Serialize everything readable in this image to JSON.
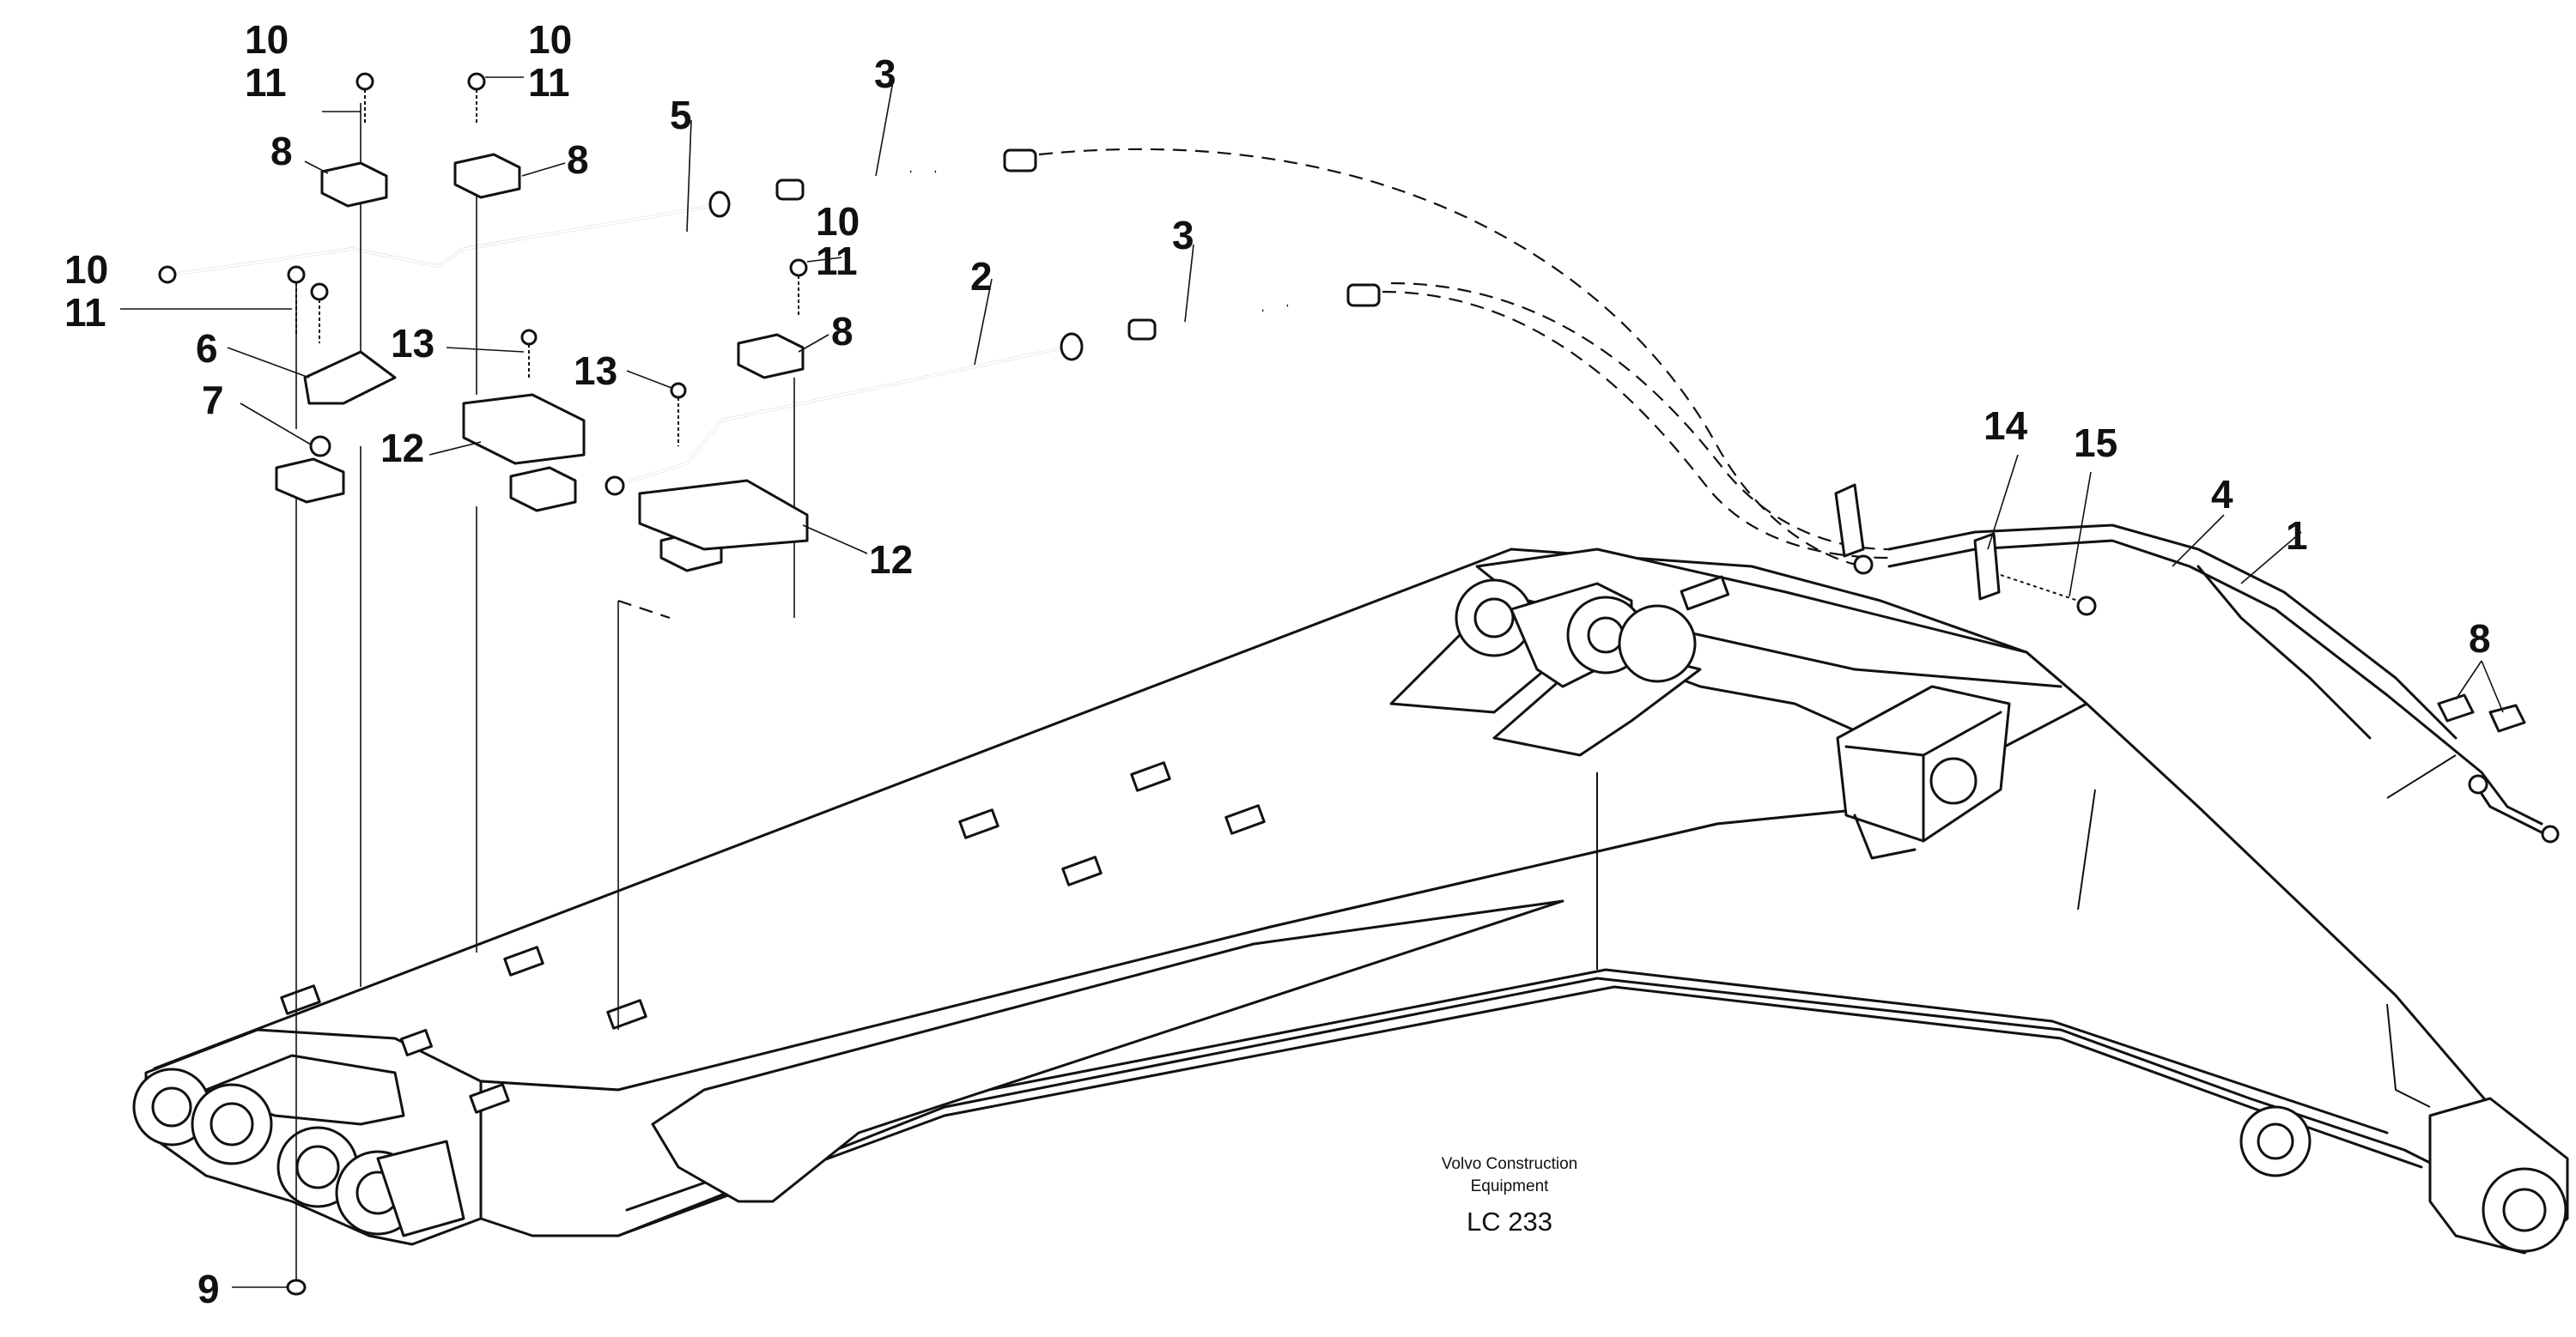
{
  "diagram": {
    "part_labels": [
      {
        "id": "l10a",
        "text": "10"
      },
      {
        "id": "l11a",
        "text": "11"
      },
      {
        "id": "l10b",
        "text": "10"
      },
      {
        "id": "l11b",
        "text": "11"
      },
      {
        "id": "l8a",
        "text": "8"
      },
      {
        "id": "l8b",
        "text": "8"
      },
      {
        "id": "l5",
        "text": "5"
      },
      {
        "id": "l3a",
        "text": "3"
      },
      {
        "id": "l10c",
        "text": "10"
      },
      {
        "id": "l11c",
        "text": "11"
      },
      {
        "id": "l10d",
        "text": "10"
      },
      {
        "id": "l11d",
        "text": "11"
      },
      {
        "id": "l3b",
        "text": "3"
      },
      {
        "id": "l2",
        "text": "2"
      },
      {
        "id": "l6",
        "text": "6"
      },
      {
        "id": "l13a",
        "text": "13"
      },
      {
        "id": "l8c",
        "text": "8"
      },
      {
        "id": "l7",
        "text": "7"
      },
      {
        "id": "l13b",
        "text": "13"
      },
      {
        "id": "l12a",
        "text": "12"
      },
      {
        "id": "l12b",
        "text": "12"
      },
      {
        "id": "l14",
        "text": "14"
      },
      {
        "id": "l15",
        "text": "15"
      },
      {
        "id": "l4",
        "text": "4"
      },
      {
        "id": "l1",
        "text": "1"
      },
      {
        "id": "l8d",
        "text": "8"
      },
      {
        "id": "l9",
        "text": "9"
      }
    ],
    "footer": {
      "line1": "Volvo Construction",
      "line2": "Equipment",
      "code": "LC 233"
    }
  }
}
